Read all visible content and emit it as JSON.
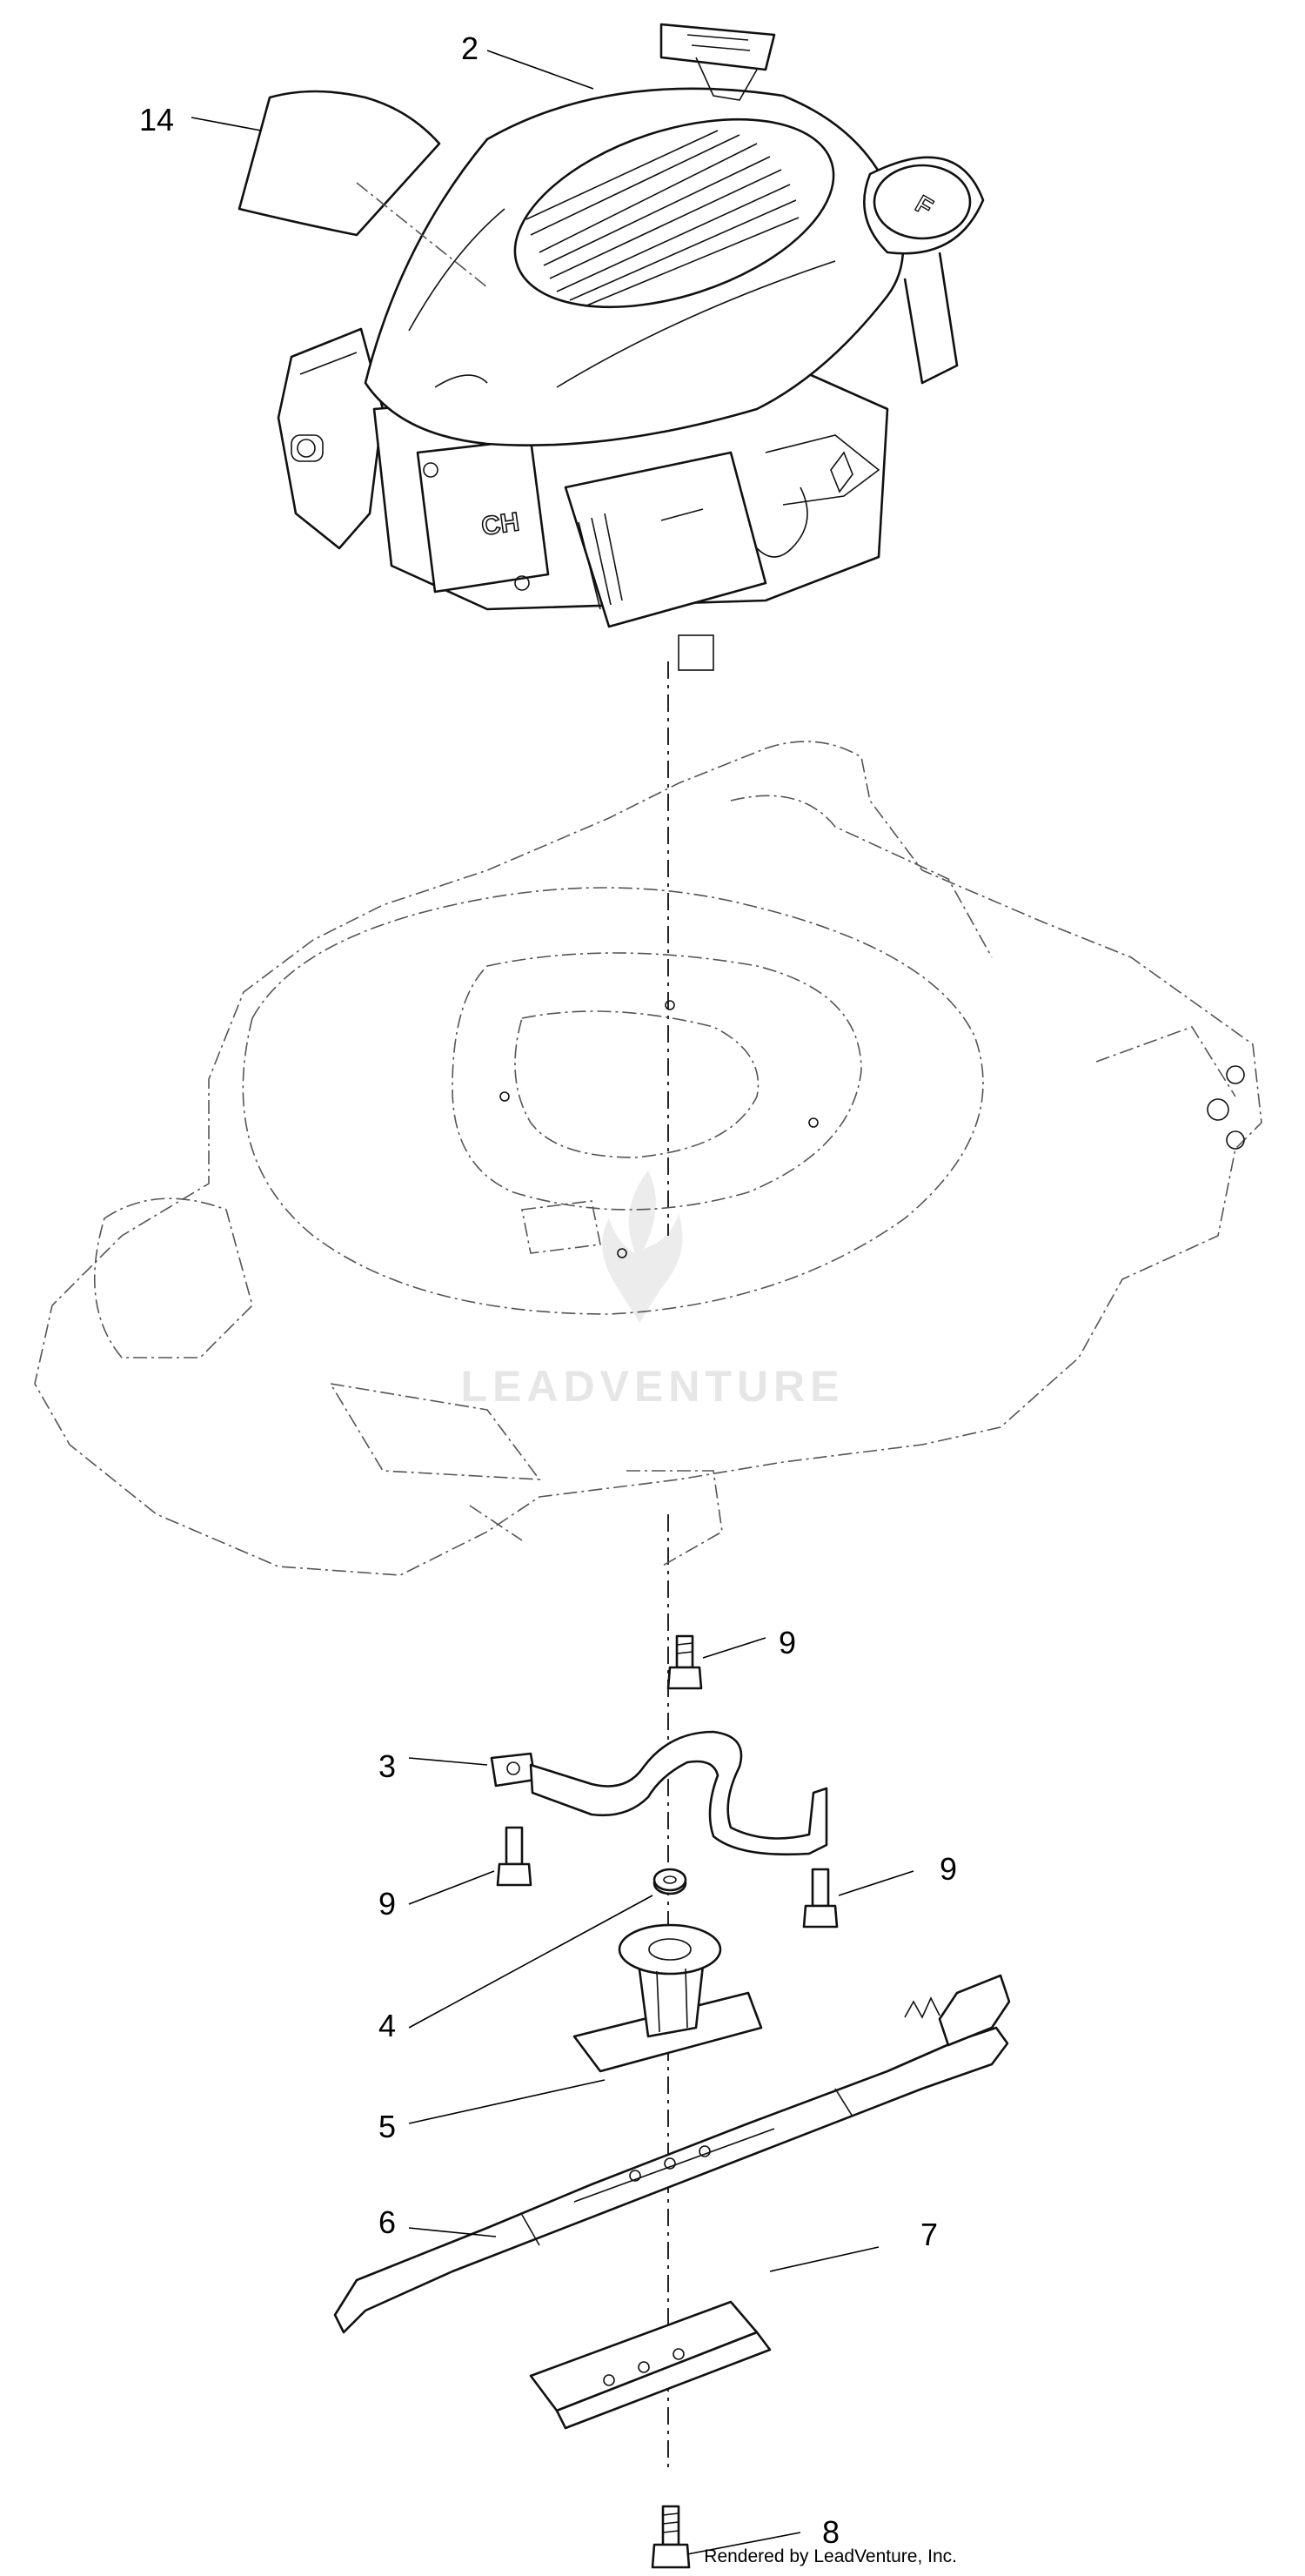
{
  "callouts": [
    {
      "id": "callout-2",
      "label": "2"
    },
    {
      "id": "callout-14",
      "label": "14"
    },
    {
      "id": "callout-9a",
      "label": "9"
    },
    {
      "id": "callout-3",
      "label": "3"
    },
    {
      "id": "callout-9b",
      "label": "9"
    },
    {
      "id": "callout-9c",
      "label": "9"
    },
    {
      "id": "callout-4",
      "label": "4"
    },
    {
      "id": "callout-5",
      "label": "5"
    },
    {
      "id": "callout-6",
      "label": "6"
    },
    {
      "id": "callout-7",
      "label": "7"
    },
    {
      "id": "callout-8",
      "label": "8"
    }
  ],
  "watermark": "LEADVENTURE",
  "footer": "Rendered by LeadVenture, Inc."
}
